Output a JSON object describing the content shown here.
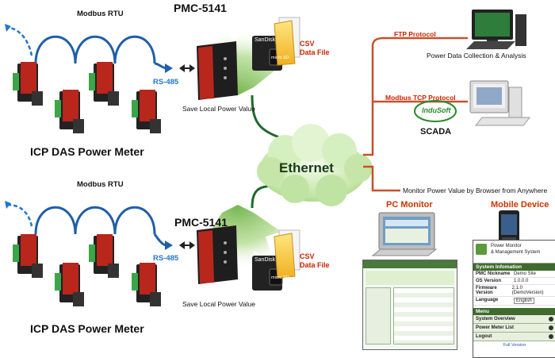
{
  "top": {
    "protocol_label": "Modbus RTU",
    "rs485_label": "RS-485",
    "controller_title": "PMC-5141",
    "controller_caption": "Save Local Power Value",
    "meter_group_title": "ICP DAS Power Meter",
    "sd_brand": "SanDisk",
    "sd_type": "micro SD",
    "csv_label_line1": "CSV",
    "csv_label_line2": "Data File"
  },
  "bottom": {
    "protocol_label": "Modbus RTU",
    "rs485_label": "RS-485",
    "controller_title": "PMC-5141",
    "controller_caption": "Save Local Power Value",
    "meter_group_title": "ICP DAS Power Meter",
    "sd_brand": "SanDisk",
    "sd_type": "micro SD",
    "csv_label_line1": "CSV",
    "csv_label_line2": "Data File"
  },
  "network": {
    "label": "Ethernet"
  },
  "right": {
    "ftp_protocol": "FTP Protocol",
    "ftp_caption": "Power Data Collection & Analysis",
    "modbus_tcp_protocol": "Modbus TCP Protocol",
    "indusoft_logo": "InduSoft",
    "scada_label": "SCADA",
    "browser_caption": "Monitor Power Value by Browser from Anywhere",
    "pc_monitor_title": "PC Monitor",
    "mobile_device_title": "Mobile  Device"
  },
  "mobile_screen": {
    "header_line1": "Power Monitor",
    "header_line2": "& Management System",
    "system_info_header": "System Infomation",
    "rows": [
      {
        "key": "PMC  Nickname",
        "value": "Demo Site"
      },
      {
        "key": "OS Version",
        "value": "1.0.0.0"
      },
      {
        "key": "Firmware Version",
        "value": "2.1.0 (DemoVersion)"
      },
      {
        "key": "Language",
        "value": "English"
      }
    ],
    "menu_header": "Menu",
    "menu_items": [
      "System  Overview",
      "Power Meter List",
      "Logout"
    ],
    "footer": "Full Version"
  },
  "colors": {
    "meter_red": "#b8261c",
    "terminal_green": "#3aa648",
    "cable_blue": "#1f5fa8",
    "ethernet_line": "#1f6a2a",
    "protocol_line": "#c8502a",
    "cloud_green": "#bfe3a2",
    "mobile_green": "#3f6b2e"
  }
}
